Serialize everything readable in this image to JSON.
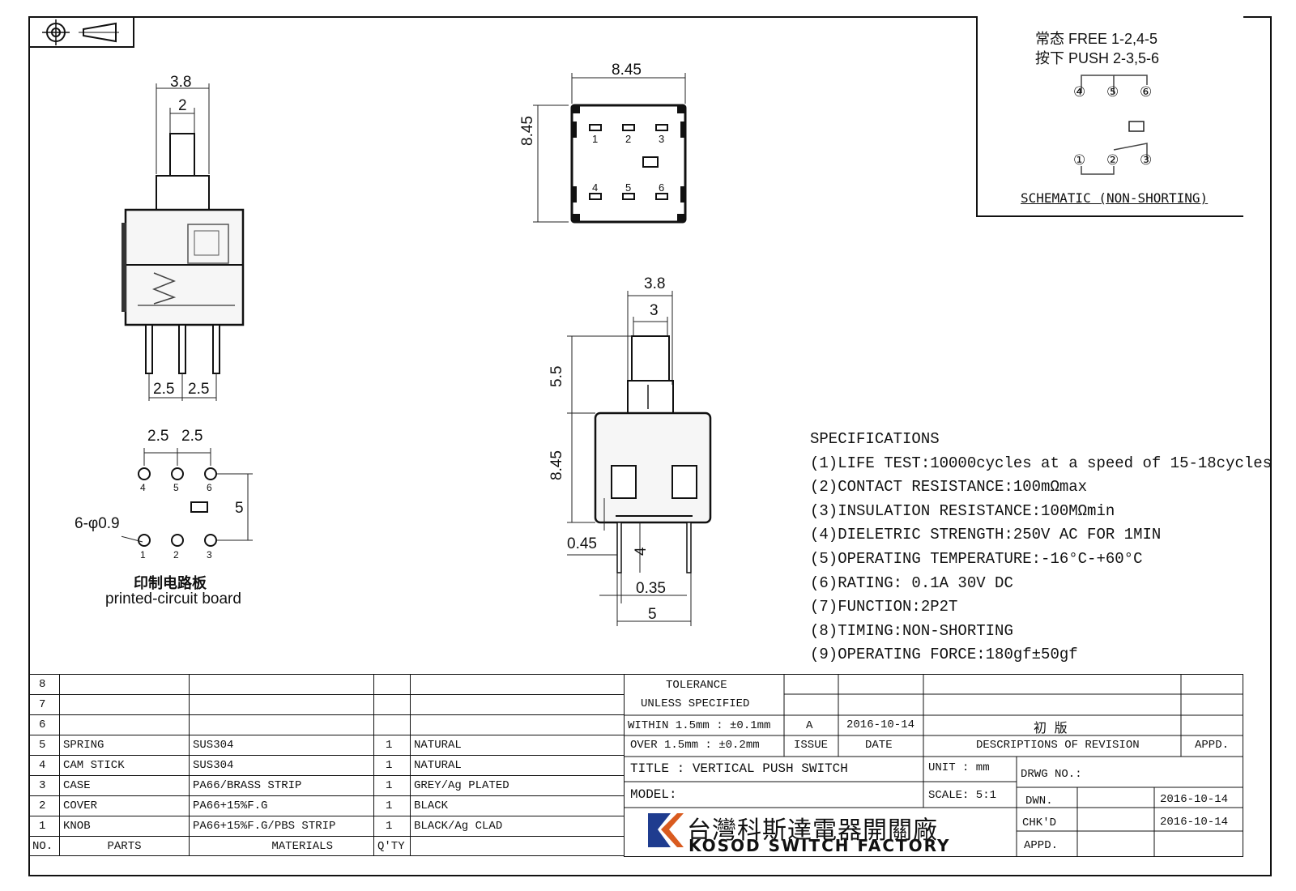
{
  "schematic": {
    "line1": "常态 FREE 1-2,4-5",
    "line2": "按下 PUSH 2-3,5-6",
    "pins_top": [
      "④",
      "⑤",
      "⑥"
    ],
    "pins_bottom": [
      "①",
      "②",
      "③"
    ],
    "caption": "SCHEMATIC (NON-SHORTING)"
  },
  "side_view": {
    "dim_total_width": "3.8",
    "dim_stem_width": "2",
    "dim_pitch_a": "2.5",
    "dim_pitch_b": "2.5"
  },
  "top_view": {
    "dim_width": "8.45",
    "dim_height": "8.45",
    "pins_top": [
      "1",
      "2",
      "3"
    ],
    "pins_bottom": [
      "4",
      "5",
      "6"
    ]
  },
  "front_view": {
    "dim_outer": "3.8",
    "dim_inner": "3",
    "dim_stem": "5.5",
    "dim_body": "8.45",
    "dim_lead": "4",
    "dim_gap": "0.45",
    "dim_pin": "0.35",
    "dim_pitch": "5"
  },
  "pcb": {
    "dim_a": "2.5",
    "dim_b": "2.5",
    "dim_row": "5",
    "holes_label": "6-φ0.9",
    "pins_top": [
      "4",
      "5",
      "6"
    ],
    "pins_bottom": [
      "1",
      "2",
      "3"
    ],
    "label_zh": "印制电路板",
    "label_en": "printed-circuit board"
  },
  "specifications": {
    "title": "SPECIFICATIONS",
    "items": [
      "(1)LIFE TEST:10000cycles at a speed of 15-18cycles",
      "(2)CONTACT RESISTANCE:100mΩmax",
      "(3)INSULATION RESISTANCE:100MΩmin",
      "(4)DIELETRIC STRENGTH:250V AC FOR 1MIN",
      "(5)OPERATING TEMPERATURE:-16°C-+60°C",
      "(6)RATING: 0.1A 30V DC",
      "(7)FUNCTION:2P2T",
      "(8)TIMING:NON-SHORTING",
      "(9)OPERATING FORCE:180gf±50gf"
    ]
  },
  "bom": {
    "headers": {
      "no": "NO.",
      "parts": "PARTS",
      "materials": "MATERIALS",
      "qty": "Q'TY"
    },
    "rows": [
      {
        "no": "8",
        "part": "",
        "material": "",
        "qty": "",
        "finish": ""
      },
      {
        "no": "7",
        "part": "",
        "material": "",
        "qty": "",
        "finish": ""
      },
      {
        "no": "6",
        "part": "",
        "material": "",
        "qty": "",
        "finish": ""
      },
      {
        "no": "5",
        "part": "SPRING",
        "material": "SUS304",
        "qty": "1",
        "finish": "NATURAL"
      },
      {
        "no": "4",
        "part": "CAM STICK",
        "material": "SUS304",
        "qty": "1",
        "finish": "NATURAL"
      },
      {
        "no": "3",
        "part": "CASE",
        "material": "PA66/BRASS STRIP",
        "qty": "1",
        "finish": "GREY/Ag PLATED"
      },
      {
        "no": "2",
        "part": "COVER",
        "material": "PA66+15%F.G",
        "qty": "1",
        "finish": "BLACK"
      },
      {
        "no": "1",
        "part": "KNOB",
        "material": "PA66+15%F.G/PBS STRIP",
        "qty": "1",
        "finish": "BLACK/Ag CLAD"
      }
    ]
  },
  "title_block": {
    "tolerance_title": "TOLERANCE",
    "tolerance_sub": "UNLESS  SPECIFIED",
    "tol_1": "WITHIN 1.5mm : ±0.1mm",
    "tol_2": "OVER 1.5mm : ±0.2mm",
    "rev_issue": "A",
    "rev_date": "2016-10-14",
    "rev_desc": "初   版",
    "hdr_issue": "ISSUE",
    "hdr_date": "DATE",
    "hdr_desc": "DESCRIPTIONS OF REVISION",
    "hdr_appd": "APPD.",
    "title": "TITLE :  VERTICAL PUSH SWITCH",
    "unit": "UNIT :  mm",
    "drwg_no": "DRWG NO.:",
    "model": "MODEL:",
    "scale": "SCALE:  5:1",
    "dwn_label": "DWN.",
    "dwn_date": "2016-10-14",
    "chkd_label": "CHK'D",
    "chkd_date": "2016-10-14",
    "appd_label": "APPD.",
    "company_zh": "台灣科斯達電器開關廠",
    "company_en": "KOSOD SWITCH FACTORY"
  }
}
